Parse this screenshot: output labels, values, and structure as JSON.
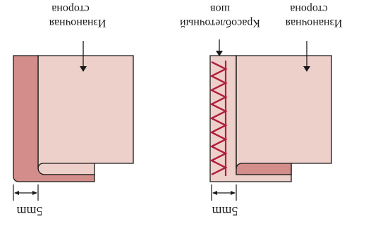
{
  "left_panel": {
    "label_line1": "Изнаночная",
    "label_line2": "сторона",
    "measure": "5mm"
  },
  "right_panel": {
    "label_line1": "Изнаночная",
    "label_line2": "сторона",
    "seam_label_line1": "Красоблеточный",
    "seam_label_line2": "шов",
    "measure": "5mm"
  },
  "colors": {
    "fabric": "#eed0ca",
    "fold": "#d38d8a",
    "stitch": "#b01e3c",
    "outline": "#1a1a1a"
  }
}
